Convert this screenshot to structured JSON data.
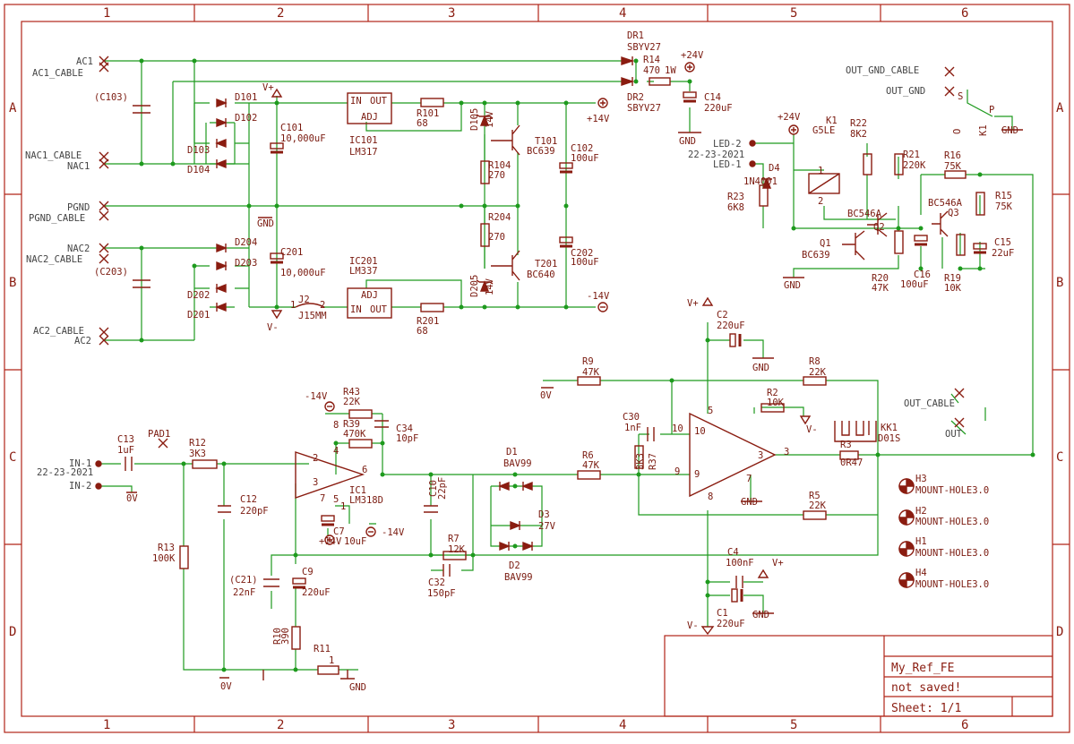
{
  "colors": {
    "wire": "#1e9a1e",
    "part": "#8a1c10",
    "frame": "#b02418",
    "text": "#7a1a0f",
    "paper": "#ffffff"
  },
  "frame": {
    "columns": [
      "1",
      "2",
      "3",
      "4",
      "5",
      "6"
    ],
    "rows": [
      "A",
      "B",
      "C",
      "D"
    ]
  },
  "title_block": {
    "name": "My_Ref_FE",
    "status": "not saved!",
    "sheet": "Sheet: 1/1"
  },
  "connectors": [
    {
      "id": "ac1",
      "text": "AC1"
    },
    {
      "id": "ac1c",
      "text": "AC1_CABLE"
    },
    {
      "id": "nac1c",
      "text": "NAC1_CABLE"
    },
    {
      "id": "nac1",
      "text": "NAC1"
    },
    {
      "id": "pgnd",
      "text": "PGND"
    },
    {
      "id": "pgndc",
      "text": "PGND_CABLE"
    },
    {
      "id": "nac2",
      "text": "NAC2"
    },
    {
      "id": "nac2c",
      "text": "NAC2_CABLE"
    },
    {
      "id": "ac2c",
      "text": "AC2_CABLE"
    },
    {
      "id": "ac2",
      "text": "AC2"
    },
    {
      "id": "in1",
      "text": "IN-1"
    },
    {
      "id": "in1d",
      "text": "22-23-2021"
    },
    {
      "id": "in2",
      "text": "IN-2"
    },
    {
      "id": "ogc",
      "text": "OUT_GND_CABLE"
    },
    {
      "id": "og",
      "text": "OUT_GND"
    },
    {
      "id": "oc",
      "text": "OUT_CABLE"
    },
    {
      "id": "out",
      "text": "OUT"
    },
    {
      "id": "led2",
      "text": "LED-2"
    },
    {
      "id": "ledd",
      "text": "22-23-2021"
    },
    {
      "id": "led1",
      "text": "LED-1"
    }
  ],
  "labels": [
    {
      "id": "c103",
      "text": "(C103)"
    },
    {
      "id": "c203",
      "text": "(C203)"
    },
    {
      "id": "d101",
      "text": "D101"
    },
    {
      "id": "d102",
      "text": "D102"
    },
    {
      "id": "d103",
      "text": "D103"
    },
    {
      "id": "d104",
      "text": "D104"
    },
    {
      "id": "d204",
      "text": "D204"
    },
    {
      "id": "d203",
      "text": "D203"
    },
    {
      "id": "d202",
      "text": "D202"
    },
    {
      "id": "d201",
      "text": "D201"
    },
    {
      "id": "vp1",
      "text": "V+"
    },
    {
      "id": "c101",
      "text": "C101"
    },
    {
      "id": "c101v",
      "text": "10,000uF"
    },
    {
      "id": "gnd1",
      "text": "GND"
    },
    {
      "id": "c201",
      "text": "C201"
    },
    {
      "id": "c201v",
      "text": "10,000uF"
    },
    {
      "id": "vm1",
      "text": "V-"
    },
    {
      "id": "in",
      "text": "IN"
    },
    {
      "id": "outp",
      "text": "OUT"
    },
    {
      "id": "adj",
      "text": "ADJ"
    },
    {
      "id": "ic101",
      "text": "IC101"
    },
    {
      "id": "lm317",
      "text": "LM317"
    },
    {
      "id": "r101",
      "text": "R101"
    },
    {
      "id": "r101v",
      "text": "68"
    },
    {
      "id": "d105",
      "text": "D105"
    },
    {
      "id": "d105v",
      "text": "14V"
    },
    {
      "id": "t101",
      "text": "T101"
    },
    {
      "id": "bc639a",
      "text": "BC639"
    },
    {
      "id": "r104",
      "text": "R104"
    },
    {
      "id": "r104v",
      "text": "270"
    },
    {
      "id": "r204",
      "text": "R204"
    },
    {
      "id": "r204v",
      "text": "270"
    },
    {
      "id": "t201",
      "text": "T201"
    },
    {
      "id": "bc640",
      "text": "BC640"
    },
    {
      "id": "d205",
      "text": "D205"
    },
    {
      "id": "d205v",
      "text": "14V"
    },
    {
      "id": "c102",
      "text": "C102"
    },
    {
      "id": "c102v",
      "text": "100uF"
    },
    {
      "id": "c202",
      "text": "C202"
    },
    {
      "id": "c202v",
      "text": "100uF"
    },
    {
      "id": "p14",
      "text": "+14V"
    },
    {
      "id": "m14",
      "text": "-14V"
    },
    {
      "id": "ic201",
      "text": "IC201"
    },
    {
      "id": "lm337",
      "text": "LM337"
    },
    {
      "id": "adj2",
      "text": "ADJ"
    },
    {
      "id": "in2p",
      "text": "IN"
    },
    {
      "id": "out2p",
      "text": "OUT"
    },
    {
      "id": "r201",
      "text": "R201"
    },
    {
      "id": "r201v",
      "text": "68"
    },
    {
      "id": "j2",
      "text": "J2"
    },
    {
      "id": "j15",
      "text": "J15MM"
    },
    {
      "id": "j2p1",
      "text": "1"
    },
    {
      "id": "j2p2",
      "text": "2"
    },
    {
      "id": "dr1",
      "text": "DR1"
    },
    {
      "id": "sby1",
      "text": "SBYV27"
    },
    {
      "id": "dr2",
      "text": "DR2"
    },
    {
      "id": "sby2",
      "text": "SBYV27"
    },
    {
      "id": "r14",
      "text": "R14"
    },
    {
      "id": "r14v",
      "text": "470"
    },
    {
      "id": "w1",
      "text": "1W"
    },
    {
      "id": "p24a",
      "text": "+24V"
    },
    {
      "id": "c14",
      "text": "C14"
    },
    {
      "id": "c14v",
      "text": "220uF"
    },
    {
      "id": "gnd2",
      "text": "GND"
    },
    {
      "id": "p24b",
      "text": "+24V"
    },
    {
      "id": "k1",
      "text": "K1"
    },
    {
      "id": "g5le",
      "text": "G5LE"
    },
    {
      "id": "r22",
      "text": "R22"
    },
    {
      "id": "r22v",
      "text": "8K2"
    },
    {
      "id": "r21",
      "text": "R21"
    },
    {
      "id": "r21v",
      "text": "220K"
    },
    {
      "id": "r16",
      "text": "R16"
    },
    {
      "id": "r16v",
      "text": "75K"
    },
    {
      "id": "r15",
      "text": "R15"
    },
    {
      "id": "r15v",
      "text": "75K"
    },
    {
      "id": "d4",
      "text": "D4"
    },
    {
      "id": "n4001",
      "text": "1N4001"
    },
    {
      "id": "r23",
      "text": "R23"
    },
    {
      "id": "r23v",
      "text": "6K8"
    },
    {
      "id": "q2",
      "text": "Q2"
    },
    {
      "id": "bc546a",
      "text": "BC546A"
    },
    {
      "id": "q3",
      "text": "Q3"
    },
    {
      "id": "bc546b",
      "text": "BC546A"
    },
    {
      "id": "q1",
      "text": "Q1"
    },
    {
      "id": "bc639b",
      "text": "BC639"
    },
    {
      "id": "c15",
      "text": "C15"
    },
    {
      "id": "c15v",
      "text": "22uF"
    },
    {
      "id": "c16",
      "text": "C16"
    },
    {
      "id": "c16v",
      "text": "100uF"
    },
    {
      "id": "r20",
      "text": "R20"
    },
    {
      "id": "r20v",
      "text": "47K"
    },
    {
      "id": "r19",
      "text": "R19"
    },
    {
      "id": "r19v",
      "text": "10K"
    },
    {
      "id": "gnd3",
      "text": "GND"
    },
    {
      "id": "k1r",
      "text": "K1"
    },
    {
      "id": "gnd4",
      "text": "GND"
    },
    {
      "id": "ko",
      "text": "O"
    },
    {
      "id": "ks",
      "text": "S"
    },
    {
      "id": "kp",
      "text": "P"
    },
    {
      "id": "k1p1",
      "text": "1"
    },
    {
      "id": "k1p2",
      "text": "2"
    },
    {
      "id": "vp2",
      "text": "V+"
    },
    {
      "id": "c2",
      "text": "C2"
    },
    {
      "id": "c2v",
      "text": "220uF"
    },
    {
      "id": "gnd5",
      "text": "GND"
    },
    {
      "id": "r9",
      "text": "R9"
    },
    {
      "id": "r9v",
      "text": "47K"
    },
    {
      "id": "r8",
      "text": "R8"
    },
    {
      "id": "r8v",
      "text": "22K"
    },
    {
      "id": "z0a",
      "text": "0V"
    },
    {
      "id": "r2",
      "text": "R2"
    },
    {
      "id": "r2v",
      "text": "10K"
    },
    {
      "id": "vm2",
      "text": "V-"
    },
    {
      "id": "c30",
      "text": "C30"
    },
    {
      "id": "c30v",
      "text": "1nF"
    },
    {
      "id": "p10",
      "text": "10"
    },
    {
      "id": "p10b",
      "text": "10"
    },
    {
      "id": "r37",
      "text": "R37"
    },
    {
      "id": "r37v",
      "text": "3K3"
    },
    {
      "id": "p9",
      "text": "9"
    },
    {
      "id": "p9b",
      "text": "9"
    },
    {
      "id": "p5",
      "text": "5"
    },
    {
      "id": "p3",
      "text": "3"
    },
    {
      "id": "p7",
      "text": "7"
    },
    {
      "id": "p8",
      "text": "8"
    },
    {
      "id": "p3b",
      "text": "3"
    },
    {
      "id": "gnd6",
      "text": "GND"
    },
    {
      "id": "kk1",
      "text": "KK1"
    },
    {
      "id": "d01s",
      "text": "D01S"
    },
    {
      "id": "r3",
      "text": "R3"
    },
    {
      "id": "r3v",
      "text": "0R47"
    },
    {
      "id": "r5",
      "text": "R5"
    },
    {
      "id": "r5v",
      "text": "22K"
    },
    {
      "id": "r6",
      "text": "R6"
    },
    {
      "id": "r6v",
      "text": "47K"
    },
    {
      "id": "d1",
      "text": "D1"
    },
    {
      "id": "bav1",
      "text": "BAV99"
    },
    {
      "id": "d3",
      "text": "D3"
    },
    {
      "id": "d3v",
      "text": "27V"
    },
    {
      "id": "d2",
      "text": "D2"
    },
    {
      "id": "bav2",
      "text": "BAV99"
    },
    {
      "id": "r7",
      "text": "R7"
    },
    {
      "id": "r7v",
      "text": "12K"
    },
    {
      "id": "c32",
      "text": "C32"
    },
    {
      "id": "c32v",
      "text": "150pF"
    },
    {
      "id": "c10",
      "text": "C10"
    },
    {
      "id": "c10v",
      "text": "22pF"
    },
    {
      "id": "c4",
      "text": "C4"
    },
    {
      "id": "c4v",
      "text": "100nF"
    },
    {
      "id": "vp3",
      "text": "V+"
    },
    {
      "id": "c1",
      "text": "C1"
    },
    {
      "id": "c1v",
      "text": "220uF"
    },
    {
      "id": "gnd7",
      "text": "GND"
    },
    {
      "id": "vm3",
      "text": "V-"
    },
    {
      "id": "m14a",
      "text": "-14V"
    },
    {
      "id": "r43",
      "text": "R43"
    },
    {
      "id": "r43v",
      "text": "22K"
    },
    {
      "id": "r39",
      "text": "R39"
    },
    {
      "id": "r39v",
      "text": "470K"
    },
    {
      "id": "c34",
      "text": "C34"
    },
    {
      "id": "c34v",
      "text": "10pF"
    },
    {
      "id": "ic1",
      "text": "IC1"
    },
    {
      "id": "lm318",
      "text": "LM318D"
    },
    {
      "id": "p2",
      "text": "2"
    },
    {
      "id": "p3c",
      "text": "3"
    },
    {
      "id": "p6",
      "text": "6"
    },
    {
      "id": "p4",
      "text": "4"
    },
    {
      "id": "p8b",
      "text": "8"
    },
    {
      "id": "p1",
      "text": "1"
    },
    {
      "id": "p7b",
      "text": "7"
    },
    {
      "id": "p5b",
      "text": "5"
    },
    {
      "id": "c7",
      "text": "C7"
    },
    {
      "id": "c7v",
      "text": "10uF"
    },
    {
      "id": "p14b",
      "text": "+14V"
    },
    {
      "id": "m14b",
      "text": "-14V"
    },
    {
      "id": "c13",
      "text": "C13"
    },
    {
      "id": "c13v",
      "text": "1uF"
    },
    {
      "id": "pad1",
      "text": "PAD1"
    },
    {
      "id": "r12",
      "text": "R12"
    },
    {
      "id": "r12v",
      "text": "3K3"
    },
    {
      "id": "z0b",
      "text": "0V"
    },
    {
      "id": "c12",
      "text": "C12"
    },
    {
      "id": "c12v",
      "text": "220pF"
    },
    {
      "id": "r13",
      "text": "R13"
    },
    {
      "id": "r13v",
      "text": "100K"
    },
    {
      "id": "c21",
      "text": "(C21)"
    },
    {
      "id": "c21v",
      "text": "22nF"
    },
    {
      "id": "c9",
      "text": "C9"
    },
    {
      "id": "c9v",
      "text": "220uF"
    },
    {
      "id": "r10",
      "text": "R10"
    },
    {
      "id": "r10v",
      "text": "390"
    },
    {
      "id": "r11",
      "text": "R11"
    },
    {
      "id": "r11v",
      "text": "1"
    },
    {
      "id": "z0c",
      "text": "0V"
    },
    {
      "id": "gnd8",
      "text": "GND"
    },
    {
      "id": "h3",
      "text": "H3"
    },
    {
      "id": "mh3",
      "text": "MOUNT-HOLE3.0"
    },
    {
      "id": "h2",
      "text": "H2"
    },
    {
      "id": "mh2",
      "text": "MOUNT-HOLE3.0"
    },
    {
      "id": "h1",
      "text": "H1"
    },
    {
      "id": "mh1",
      "text": "MOUNT-HOLE3.0"
    },
    {
      "id": "h4",
      "text": "H4"
    },
    {
      "id": "mh4",
      "text": "MOUNT-HOLE3.0"
    }
  ]
}
